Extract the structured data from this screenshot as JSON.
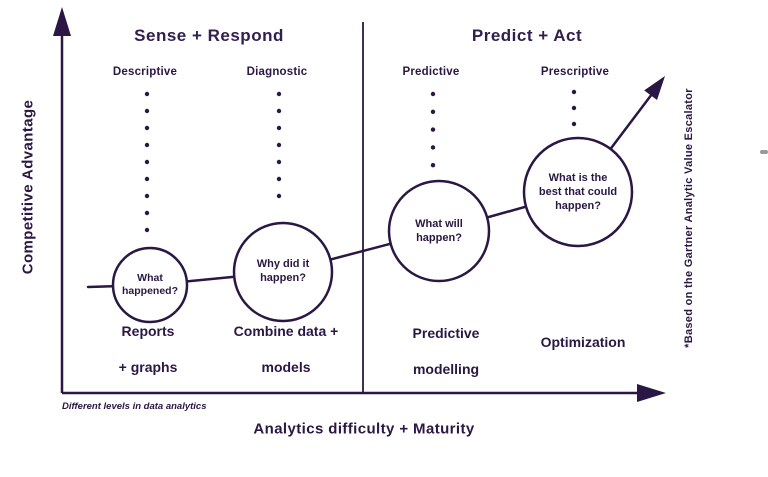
{
  "diagram": {
    "headings": {
      "left": "Sense + Respond",
      "right": "Predict + Act"
    },
    "axes": {
      "y_label": "Competitive Advantage",
      "x_label": "Analytics difficulty + Maturity"
    },
    "footnote": "Different levels in data analytics",
    "side_note": "*Based on the Gartner Analytic Value Escalator",
    "stages": [
      {
        "level": "Descriptive",
        "question_lines": [
          "What",
          "happened?"
        ],
        "method_lines": [
          "Reports",
          "+ graphs"
        ]
      },
      {
        "level": "Diagnostic",
        "question_lines": [
          "Why did it",
          "happen?"
        ],
        "method_lines": [
          "Combine data +",
          "models"
        ]
      },
      {
        "level": "Predictive",
        "question_lines": [
          "What will",
          "happen?"
        ],
        "method_lines": [
          "Predictive",
          "modelling"
        ]
      },
      {
        "level": "Prescriptive",
        "question_lines": [
          "What is the",
          "best that could",
          "happen?"
        ],
        "method_lines": [
          "Optimization"
        ]
      }
    ],
    "colors": {
      "ink": "#2a1743",
      "heading": "#31204f",
      "artifact": "#999999"
    }
  }
}
